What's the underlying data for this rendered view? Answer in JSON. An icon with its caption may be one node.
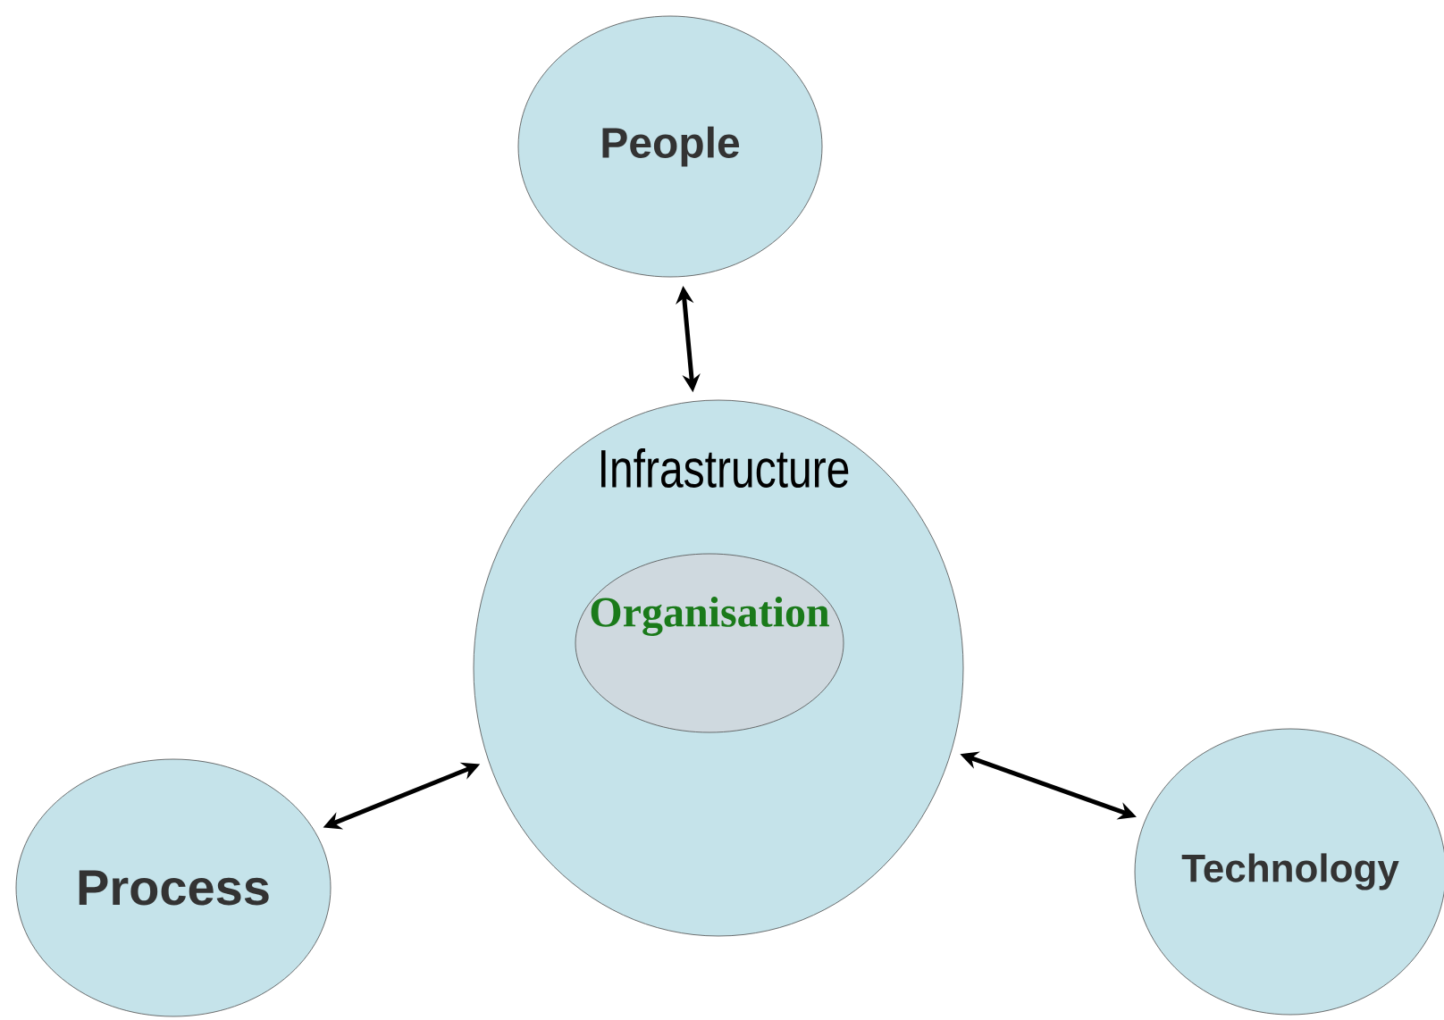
{
  "diagram": {
    "nodes": [
      {
        "text": [
          "People"
        ]
      },
      {
        "text": [
          "Infrastructure"
        ]
      },
      {
        "text": [
          "Organisation"
        ],
        "in": 1
      },
      {
        "text": [
          "Process"
        ]
      },
      {
        "text": [
          "Technology"
        ]
      }
    ],
    "edges": [
      {
        "from": 0,
        "to": 1,
        "arrow": "both"
      },
      {
        "from": 1,
        "to": 3,
        "arrow": "both"
      },
      {
        "from": 1,
        "to": 4,
        "arrow": "both"
      }
    ]
  }
}
